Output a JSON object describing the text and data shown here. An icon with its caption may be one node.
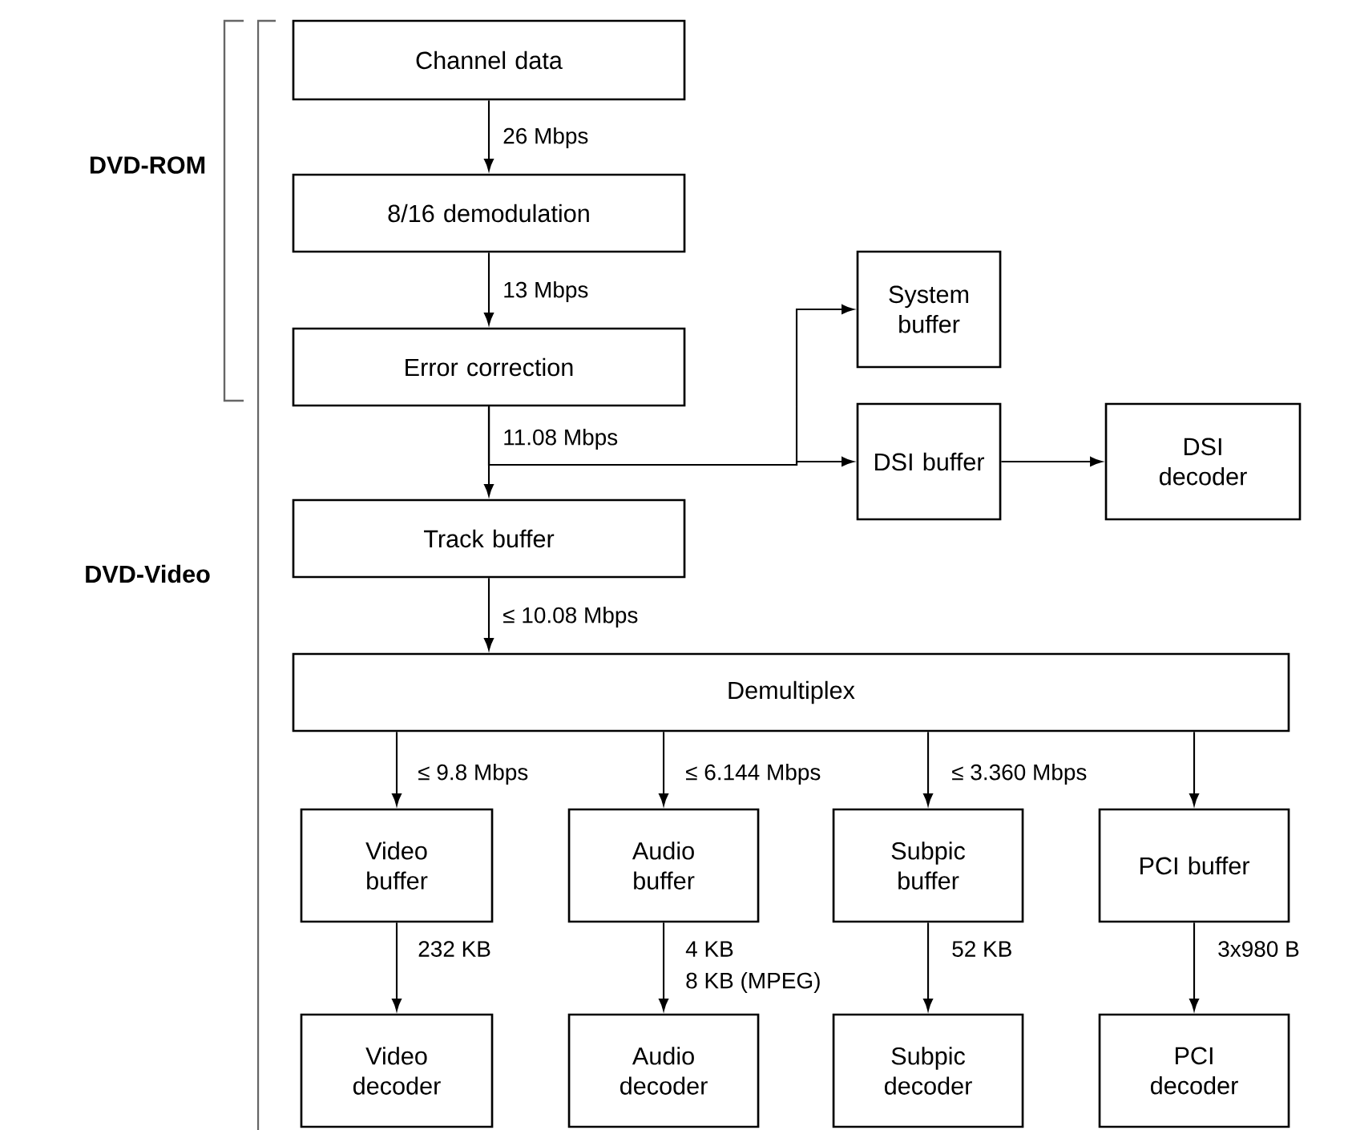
{
  "diagram": {
    "nodes": [
      {
        "text": [
          "Channel data"
        ]
      },
      {
        "text": [
          "8/16 demodulation"
        ]
      },
      {
        "text": [
          "Error correction"
        ]
      },
      {
        "text": [
          "System buffer"
        ]
      },
      {
        "text": [
          "DSI buffer"
        ]
      },
      {
        "text": [
          "DSI decoder"
        ]
      },
      {
        "text": [
          "Track buffer"
        ]
      },
      {
        "text": [
          "Demultiplex"
        ]
      },
      {
        "text": [
          "Video buffer"
        ]
      },
      {
        "text": [
          "Audio buffer"
        ]
      },
      {
        "text": [
          "Subpic buffer"
        ]
      },
      {
        "text": [
          "PCI buffer"
        ]
      },
      {
        "text": [
          "Video decoder"
        ]
      },
      {
        "text": [
          "Audio decoder"
        ]
      },
      {
        "text": [
          "Subpic decoder"
        ]
      },
      {
        "text": [
          "PCI decoder"
        ]
      }
    ],
    "edges": [
      {
        "from": 0,
        "to": 1,
        "arrow": "to",
        "label": "26 Mbps"
      },
      {
        "from": 1,
        "to": 2,
        "arrow": "to",
        "label": "13 Mbps"
      },
      {
        "from": 2,
        "to": 6,
        "arrow": "to",
        "label": "11.08 Mbps"
      },
      {
        "from": 2,
        "to": 3,
        "arrow": "to"
      },
      {
        "from": 2,
        "to": 4,
        "arrow": "to"
      },
      {
        "from": 4,
        "to": 5,
        "arrow": "to"
      },
      {
        "from": 6,
        "to": 7,
        "arrow": "to",
        "label": "≤ 10.08 Mbps"
      },
      {
        "from": 7,
        "to": 8,
        "arrow": "to",
        "label": "≤ 9.8 Mbps"
      },
      {
        "from": 7,
        "to": 9,
        "arrow": "to",
        "label": "≤ 6.144 Mbps"
      },
      {
        "from": 7,
        "to": 10,
        "arrow": "to",
        "label": "≤ 3.360 Mbps"
      },
      {
        "from": 7,
        "to": 11,
        "arrow": "to"
      },
      {
        "from": 8,
        "to": 12,
        "arrow": "to",
        "label": "232 KB"
      },
      {
        "from": 9,
        "to": 13,
        "arrow": "to",
        "label": "4 KB"
      },
      {
        "from": 10,
        "to": 14,
        "arrow": "to",
        "label": "52 KB"
      },
      {
        "from": 11,
        "to": 15,
        "arrow": "to",
        "label": "3x980 B"
      }
    ],
    "labels": [
      "DVD-ROM",
      "DVD-Video",
      "8 KB (MPEG)"
    ]
  }
}
